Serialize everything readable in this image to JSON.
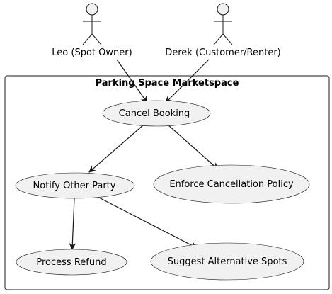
{
  "diagram": {
    "type": "use-case",
    "system": {
      "title": "Parking Space Marketspace"
    },
    "actors": [
      {
        "id": "leo",
        "label": "Leo (Spot Owner)"
      },
      {
        "id": "derek",
        "label": "Derek (Customer/Renter)"
      }
    ],
    "use_cases": [
      {
        "id": "cancel",
        "label": "Cancel Booking"
      },
      {
        "id": "notify",
        "label": "Notify Other Party"
      },
      {
        "id": "enforce",
        "label": "Enforce Cancellation Policy"
      },
      {
        "id": "refund",
        "label": "Process Refund"
      },
      {
        "id": "suggest",
        "label": "Suggest Alternative Spots"
      }
    ],
    "relations": [
      {
        "from": "leo",
        "to": "cancel"
      },
      {
        "from": "derek",
        "to": "cancel"
      },
      {
        "from": "cancel",
        "to": "notify"
      },
      {
        "from": "cancel",
        "to": "enforce"
      },
      {
        "from": "notify",
        "to": "refund"
      },
      {
        "from": "notify",
        "to": "suggest"
      }
    ],
    "colors": {
      "fill": "#f1f1f1",
      "stroke": "#181818"
    }
  }
}
